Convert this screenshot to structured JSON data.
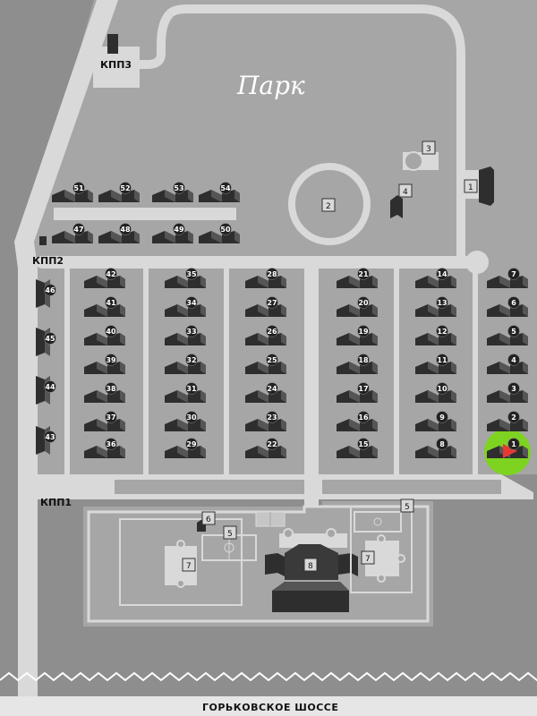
{
  "park_label": "Парк",
  "highway_label": "ГОРЬКОВСКОЕ ШОССЕ",
  "gates": {
    "kpp1": "КПП1",
    "kpp2": "КПП2",
    "kpp3": "КПП3"
  },
  "facility_numbers": {
    "f1": "1",
    "f2": "2",
    "f3": "3",
    "f4": "4",
    "f5a": "5",
    "f5b": "5",
    "f6": "6",
    "f7a": "7",
    "f7b": "7",
    "f8": "8"
  },
  "houses": {
    "top_row_1": [
      "51",
      "52",
      "53",
      "54"
    ],
    "top_row_2": [
      "47",
      "48",
      "49",
      "50"
    ],
    "left_column": [
      "46",
      "45",
      "44",
      "43"
    ],
    "block_1": [
      "42",
      "41",
      "40",
      "39",
      "38",
      "37",
      "36"
    ],
    "block_2": [
      "35",
      "34",
      "33",
      "32",
      "31",
      "30",
      "29"
    ],
    "block_3": [
      "28",
      "27",
      "26",
      "25",
      "24",
      "23",
      "22"
    ],
    "block_4": [
      "21",
      "20",
      "19",
      "18",
      "17",
      "16",
      "15"
    ],
    "block_5": [
      "14",
      "13",
      "12",
      "11",
      "10",
      "9",
      "8"
    ],
    "block_6": [
      "7",
      "6",
      "5",
      "4",
      "3",
      "2",
      "1"
    ]
  },
  "highlighted_house": "1",
  "colors": {
    "background": "#8e8e8e",
    "road": "#d9d9d9",
    "lot": "#a6a6a6",
    "house_roof_dark": "#2e2e2e",
    "house_roof_light": "#555555",
    "highlight_green": "#7ed321",
    "highlight_red": "#e53935"
  }
}
